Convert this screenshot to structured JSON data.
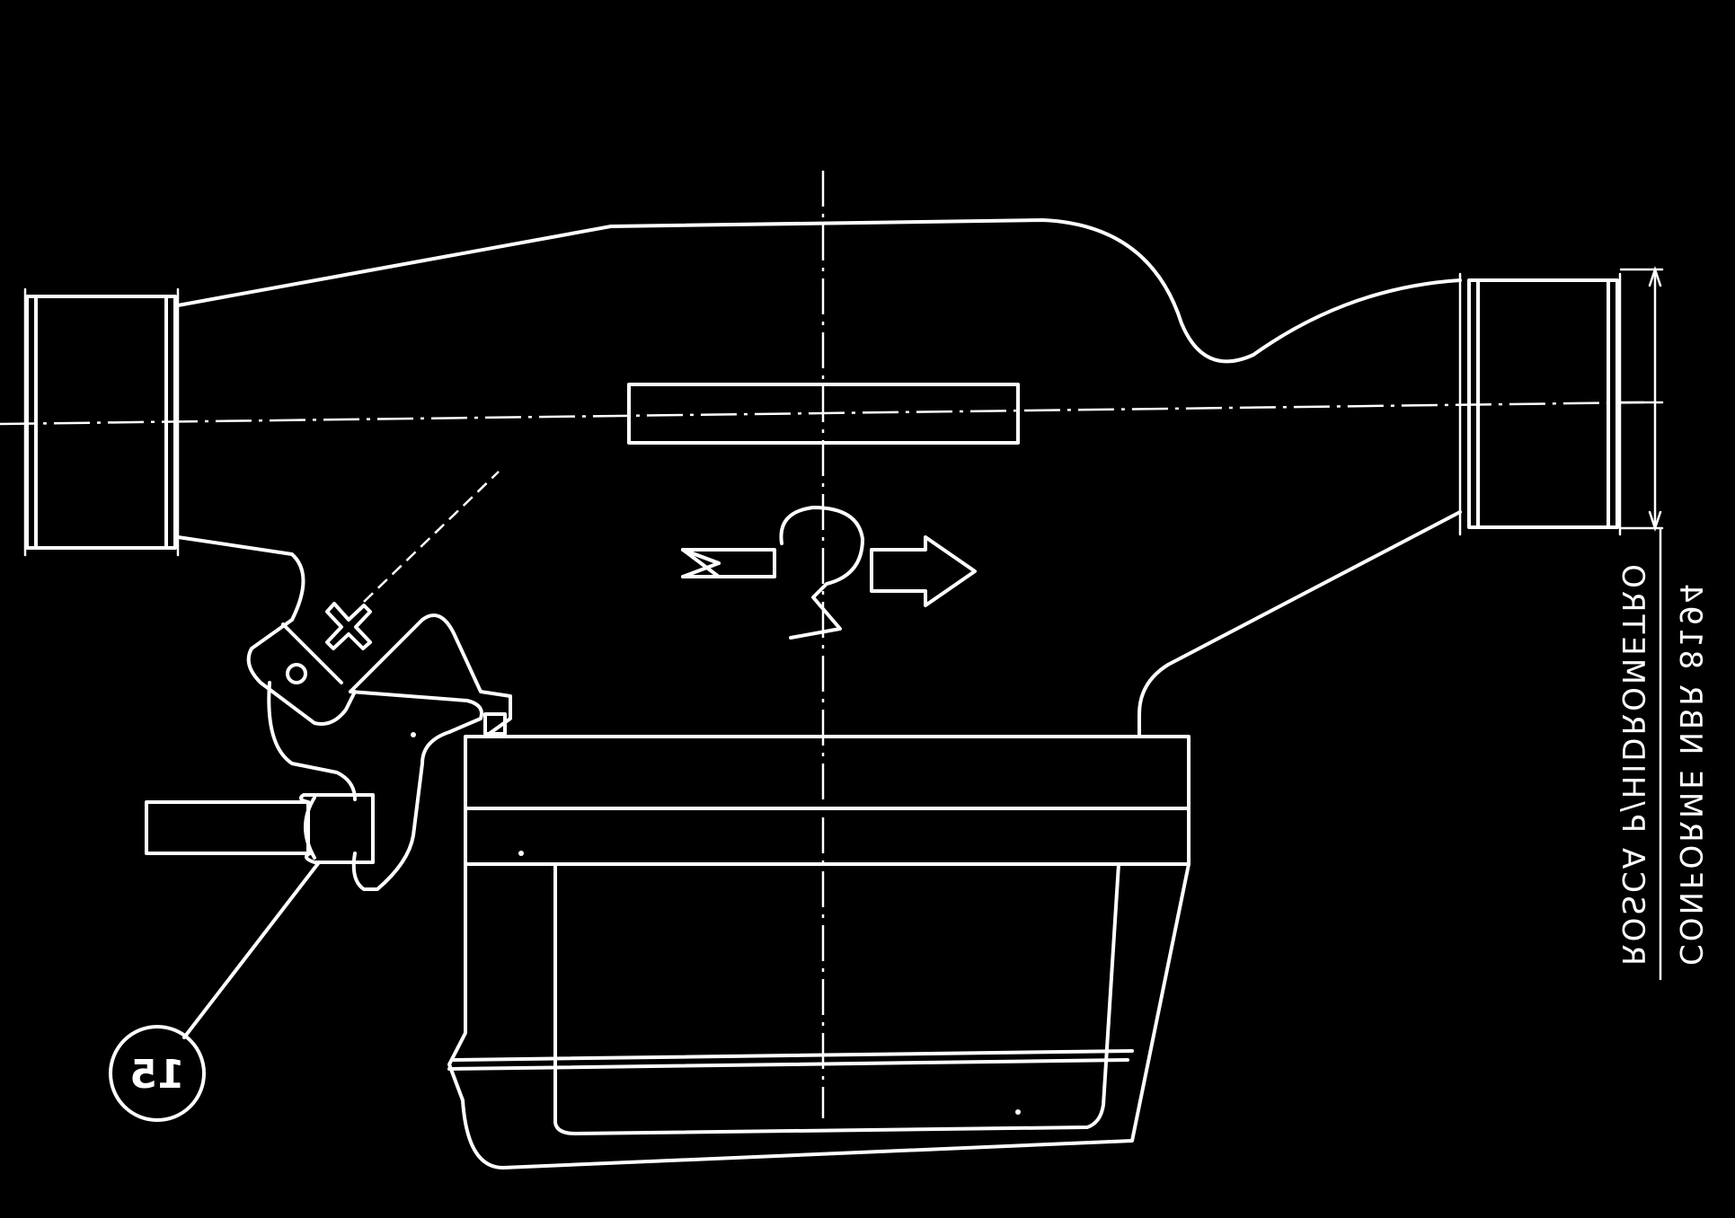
{
  "diagram": {
    "background": "#000000",
    "line_color": "#ffffff",
    "note_line_1": "CONFORME NBR 8194",
    "note_line_2": "ROSCA P/HIDROMETRO",
    "balloon_number": "15",
    "mirrored": true
  }
}
